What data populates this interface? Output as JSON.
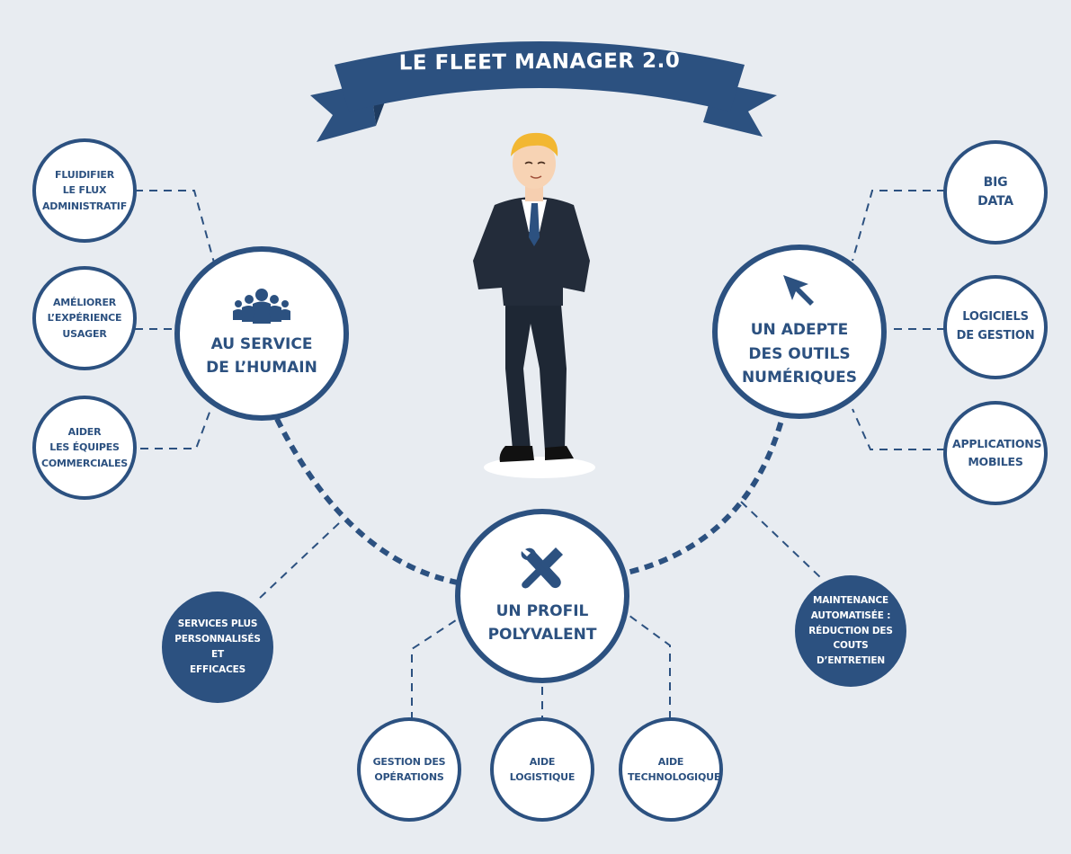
{
  "title": "LE FLEET MANAGER 2.0",
  "colors": {
    "primary": "#2c5180",
    "background": "#e8ecf1",
    "banner_dark": "#1e3b60"
  },
  "hubs": {
    "human": {
      "lines": [
        "AU SERVICE",
        "DE L’HUMAIN"
      ],
      "icon": "people-group-icon"
    },
    "digital": {
      "lines": [
        "UN ADEPTE",
        "DES OUTILS",
        "NUMÉRIQUES"
      ],
      "icon": "cursor-arrow-icon"
    },
    "polyvalent": {
      "lines": [
        "UN PROFIL",
        "POLYVALENT"
      ],
      "icon": "wrench-screwdriver-icon"
    }
  },
  "left_items": [
    {
      "lines": [
        "FLUIDIFIER",
        "LE FLUX",
        "ADMINISTRATIF"
      ]
    },
    {
      "lines": [
        "AMÉLIORER",
        "L’EXPÉRIENCE",
        "USAGER"
      ]
    },
    {
      "lines": [
        "AIDER",
        "LES ÉQUIPES",
        "COMMERCIALES"
      ]
    }
  ],
  "right_items": [
    {
      "lines": [
        "BIG",
        "DATA"
      ]
    },
    {
      "lines": [
        "LOGICIELS",
        "DE GESTION"
      ]
    },
    {
      "lines": [
        "APPLICATIONS",
        "MOBILES"
      ]
    }
  ],
  "bottom_items": [
    {
      "lines": [
        "GESTION DES",
        "OPÉRATIONS"
      ]
    },
    {
      "lines": [
        "AIDE",
        "LOGISTIQUE"
      ]
    },
    {
      "lines": [
        "AIDE",
        "TECHNOLOGIQUE"
      ]
    }
  ],
  "filled_items": {
    "left": {
      "lines": [
        "SERVICES PLUS",
        "PERSONNALISÉS ET",
        "EFFICACES"
      ]
    },
    "right": {
      "lines": [
        "MAINTENANCE",
        "AUTOMATISÉE :",
        "RÉDUCTION DES COUTS",
        "D’ENTRETIEN"
      ]
    }
  }
}
